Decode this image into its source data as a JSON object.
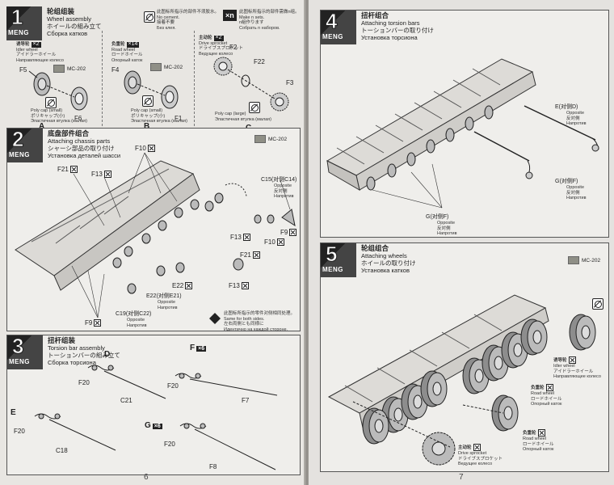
{
  "header": {
    "no_cement": "此图标所指示的部件不须胶水。",
    "no_cement_en": "No cement.",
    "no_cement_jp": "接着不要",
    "no_cement_ru": "Без клея.",
    "make_n": "此图标所指示的部件需做n组。",
    "make_n_en": "Make n sets.",
    "make_n_jp": "n組作ります",
    "make_n_ru": "Собрать n наборов.",
    "xn": "×n"
  },
  "step1": {
    "number": "1",
    "logo": "MENG",
    "cn": "轮组组装",
    "en": "Wheel assembly",
    "jp": "ホイールの組み立て",
    "ru": "Сборка катков",
    "paint": "MC-202",
    "a": {
      "letter": "A",
      "qty": "×2",
      "cn": "诱导轮",
      "en": "Idler wheel",
      "jp": "アイドラーホイール",
      "ru": "Направляющее колесо",
      "p1": "F5",
      "p2": "F6",
      "cap_cn": "聚乙烯帽",
      "cap_en": "Poly cap (small)",
      "cap_jp": "ポリキャップ(小)",
      "cap_ru": "Эластичная втулка (малая)"
    },
    "b": {
      "letter": "B",
      "qty": "×14",
      "cn": "负重轮",
      "en": "Road wheel",
      "jp": "ロードホイール",
      "ru": "Опорный каток",
      "p1": "F4",
      "p2": "F1",
      "cap_cn": "小胶套",
      "cap_en": "Poly cap (small)",
      "cap_jp": "ポリキャップ(小)",
      "cap_ru": "Эластичная втулка (малая)"
    },
    "c": {
      "letter": "C",
      "qty": "×2",
      "cn": "主动轮",
      "en": "Drive sprocket",
      "jp": "ドライブスプロケット",
      "ru": "Ведущее колесо",
      "p1": "F2",
      "p2": "F22",
      "p3": "F3",
      "cap_cn": "大胶套",
      "cap_en": "Poly cap (large)",
      "cap_jp": "ポリキャップ(大)",
      "cap_ru": "Эластичная втулка (малая)"
    }
  },
  "step2": {
    "number": "2",
    "logo": "MENG",
    "cn": "底盘部件组合",
    "en": "Attaching chassis parts",
    "jp": "シャーシ部品の取り付け",
    "ru": "Установка деталей шасси",
    "paint": "MC-202",
    "labels": [
      "F10",
      "F21",
      "F13",
      "C15(对侧C14)",
      "F9",
      "F13",
      "F10",
      "F21",
      "E22",
      "E22(对侧E21)",
      "F13",
      "C19(对侧C22)",
      "F9"
    ],
    "opp_cn": "对侧",
    "opp_en": "Opposite",
    "opp_jp": "反対側",
    "opp_ru": "Напротив",
    "both_cn": "此图标所指示的零件对侧相同处理。",
    "both_en": "Same for both sides.",
    "both_jp": "左右両側とも同様に",
    "both_ru": "Идентично на каждой стороне."
  },
  "step3": {
    "number": "3",
    "logo": "MENG",
    "cn": "扭杆组装",
    "en": "Torsion bar assembly",
    "jp": "トーションバーの組み立て",
    "ru": "Сборка торсиона",
    "d": {
      "letter": "D",
      "p1": "F20",
      "p2": "C21"
    },
    "e": {
      "letter": "E",
      "p1": "F20",
      "p2": "C18"
    },
    "f": {
      "letter": "F",
      "qty": "×6",
      "p1": "F20",
      "p2": "F7"
    },
    "g": {
      "letter": "G",
      "qty": "×6",
      "p1": "F20",
      "p2": "F8"
    }
  },
  "step4": {
    "number": "4",
    "logo": "MENG",
    "cn": "扭杆组合",
    "en": "Attaching torsion bars",
    "jp": "トーションバーの取り付け",
    "ru": "Установка торсиона",
    "e": "E(对侧D)",
    "g1": "G(对侧F)",
    "g2": "G(对侧F)",
    "opp_en": "Opposite",
    "opp_jp": "反対側",
    "opp_ru": "Напротив"
  },
  "step5": {
    "number": "5",
    "logo": "MENG",
    "cn": "轮组组合",
    "en": "Attaching wheels",
    "jp": "ホイールの取り付け",
    "ru": "Установка катков",
    "paint": "MC-202",
    "idler": {
      "cn": "诱导轮",
      "en": "Idler wheel",
      "jp": "アイドラーホイール",
      "ru": "Направляющее колесо"
    },
    "road1": {
      "cn": "负重轮",
      "en": "Road wheel",
      "jp": "ロードホイール",
      "ru": "Опорный каток"
    },
    "road2": {
      "cn": "负重轮",
      "en": "Road wheel",
      "jp": "ロードホイール",
      "ru": "Опорный каток"
    },
    "drive": {
      "cn": "主动轮",
      "en": "Drive sprocket",
      "jp": "ドライブスプロケット",
      "ru": "Ведущее колесо"
    }
  },
  "pages": {
    "left": "6",
    "right": "7"
  }
}
